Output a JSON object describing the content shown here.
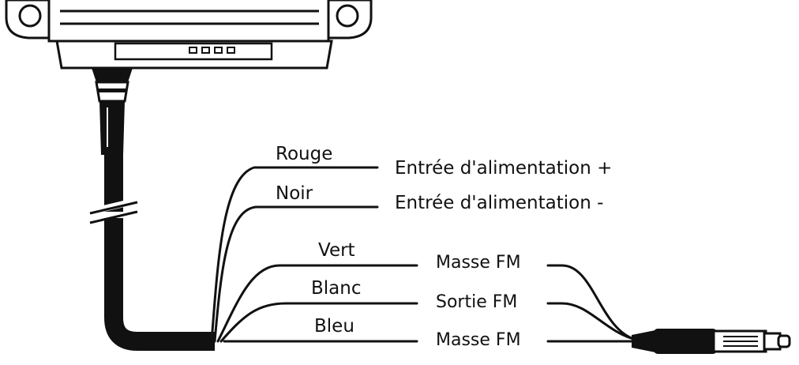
{
  "wires": {
    "power": [
      {
        "color": "Rouge",
        "function": "Entrée d'alimentation +"
      },
      {
        "color": "Noir",
        "function": "Entrée d'alimentation -"
      }
    ],
    "fm": [
      {
        "color": "Vert",
        "function": "Masse FM"
      },
      {
        "color": "Blanc",
        "function": "Sortie FM"
      },
      {
        "color": "Bleu",
        "function": "Masse FM"
      }
    ]
  },
  "icons": {
    "device": "head-unit",
    "connector": "rca-plug",
    "cable_break": "cut-mark"
  }
}
